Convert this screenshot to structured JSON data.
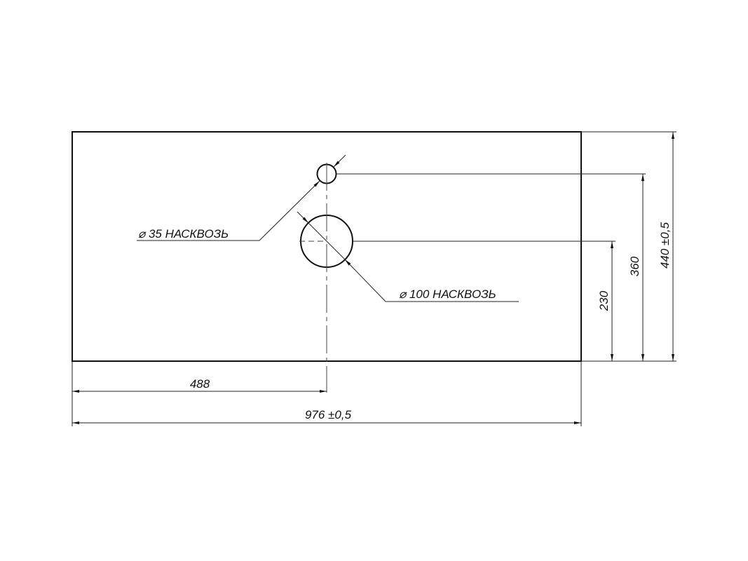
{
  "drawing": {
    "hole_small_label": "⌀ 35 НАСКВОЗЬ",
    "hole_large_label": "⌀ 100 НАСКВОЗЬ",
    "dims": {
      "hole_x": "488",
      "width": "976 ±0,5",
      "hole_large_y": "230",
      "hole_small_y": "360",
      "height": "440 ±0,5"
    }
  }
}
